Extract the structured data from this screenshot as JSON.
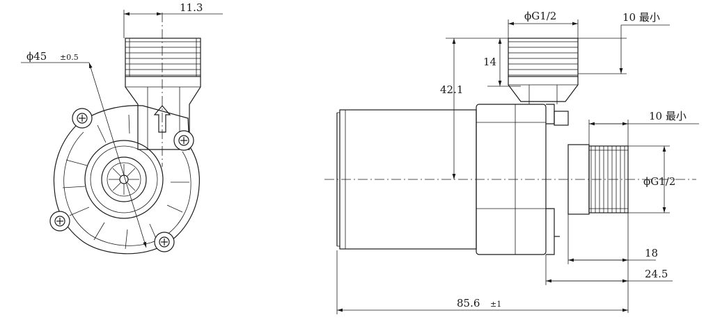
{
  "dimensions": {
    "outlet_offset": "11.3",
    "diameter_main": "ϕ45",
    "diameter_tol": "±0.5",
    "thread_top": "ϕG1/2",
    "thread_top_min": "10 最小",
    "thread_len": "14",
    "height_center": "42.1",
    "thread_side_min": "10 最小",
    "thread_side": "ϕG1/2",
    "len_18": "18",
    "len_245": "24.5",
    "total_len": "85.6",
    "total_tol": "±1"
  }
}
